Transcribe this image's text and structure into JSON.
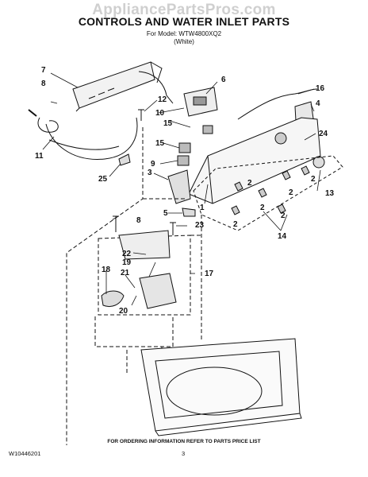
{
  "header": {
    "watermark": "AppliancePartsPros.com",
    "title": "CONTROLS AND WATER INLET PARTS",
    "model": "For Model: WTW4800XQ2",
    "color": "(White)"
  },
  "footer": {
    "order_note": "FOR ORDERING INFORMATION REFER TO PARTS PRICE LIST",
    "document_number": "W10446201",
    "page_number": "3"
  },
  "callouts": [
    "7",
    "8",
    "6",
    "16",
    "12",
    "4",
    "10",
    "11",
    "15",
    "15",
    "24",
    "9",
    "3",
    "25",
    "1",
    "2",
    "2",
    "2",
    "2",
    "13",
    "5",
    "2",
    "2",
    "14",
    "8",
    "23",
    "22",
    "17",
    "19",
    "18",
    "21",
    "20"
  ]
}
